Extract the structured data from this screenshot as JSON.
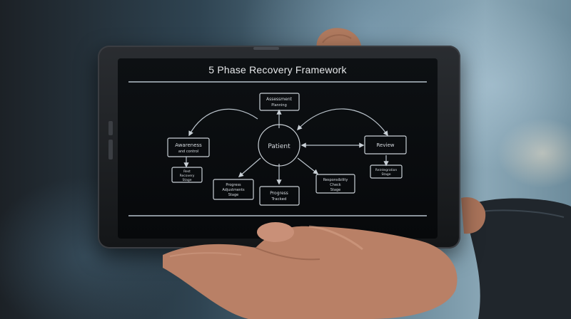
{
  "screen": {
    "title": "5 Phase Recovery Framework"
  },
  "diagram": {
    "center": "Patient",
    "nodes": [
      {
        "id": "top",
        "lines": [
          "Assessment",
          "Planning"
        ]
      },
      {
        "id": "left",
        "lines": [
          "Awareness",
          "and control"
        ]
      },
      {
        "id": "left-sub",
        "lines": [
          "Rest",
          "Recovery",
          "Stage"
        ]
      },
      {
        "id": "right",
        "lines": [
          "Review"
        ]
      },
      {
        "id": "right-sub",
        "lines": [
          "Reintegration",
          "Stage"
        ]
      },
      {
        "id": "bottom-left",
        "lines": [
          "Progress",
          "Adjustments",
          "Stage"
        ]
      },
      {
        "id": "bottom",
        "lines": [
          "Progress",
          "Tracked"
        ]
      },
      {
        "id": "bottom-right",
        "lines": [
          "Responsibility",
          "Check",
          "Stage"
        ]
      }
    ]
  },
  "colors": {
    "screen_bg": "#07090b",
    "line": "#c9d0d6",
    "text": "#e6e8ea"
  }
}
